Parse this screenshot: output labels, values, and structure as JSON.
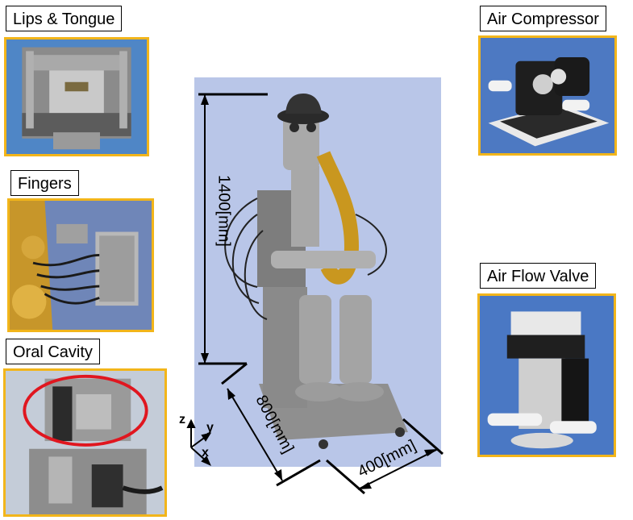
{
  "labels": {
    "lips_tongue": "Lips & Tongue",
    "fingers": "Fingers",
    "oral_cavity": "Oral Cavity",
    "air_compressor": "Air Compressor",
    "air_flow_valve": "Air Flow Valve"
  },
  "dimensions": {
    "height": "1400[mm]",
    "depth": "800[mm]",
    "width": "400[mm]"
  },
  "axes": {
    "z": "z",
    "y": "y",
    "x": "x"
  },
  "colors": {
    "photo_border": "#f2b51a",
    "highlight_ellipse": "#e0161f",
    "backdrop": "#b9c6e8"
  }
}
